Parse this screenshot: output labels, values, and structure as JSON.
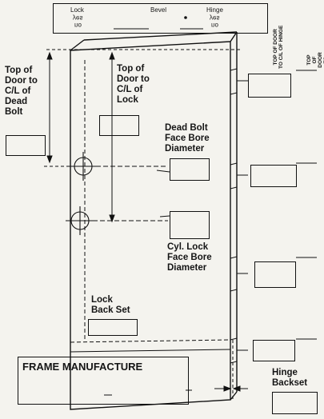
{
  "header": {
    "lock_label": "Lock",
    "lock_yes": "yes",
    "lock_no": "no",
    "bevel_label": "Bevel",
    "hinge_label": "Hinge",
    "hinge_yes": "yes",
    "hinge_no": "no"
  },
  "labels": {
    "top_to_deadbolt": "Top of\nDoor to\nC/L of\nDead\nBolt",
    "top_to_lock": "Top of\nDoor to\nC/L of\nLock",
    "deadbolt_bore": "Dead Bolt\nFace Bore\nDiameter",
    "cyl_lock_bore": "Cyl. Lock\nFace Bore\nDiameter",
    "lock_backset": "Lock\nBack Set",
    "frame_manufacture": "FRAME MANUFACTURE",
    "hinge_backset": "Hinge\nBackset",
    "top_to_cl_hinge": "TOP OF DOOR\nTO C/L OF HINGE",
    "top_to_top_hinge": "TOP OF DOOR\nTO TOP OF HINGE"
  }
}
